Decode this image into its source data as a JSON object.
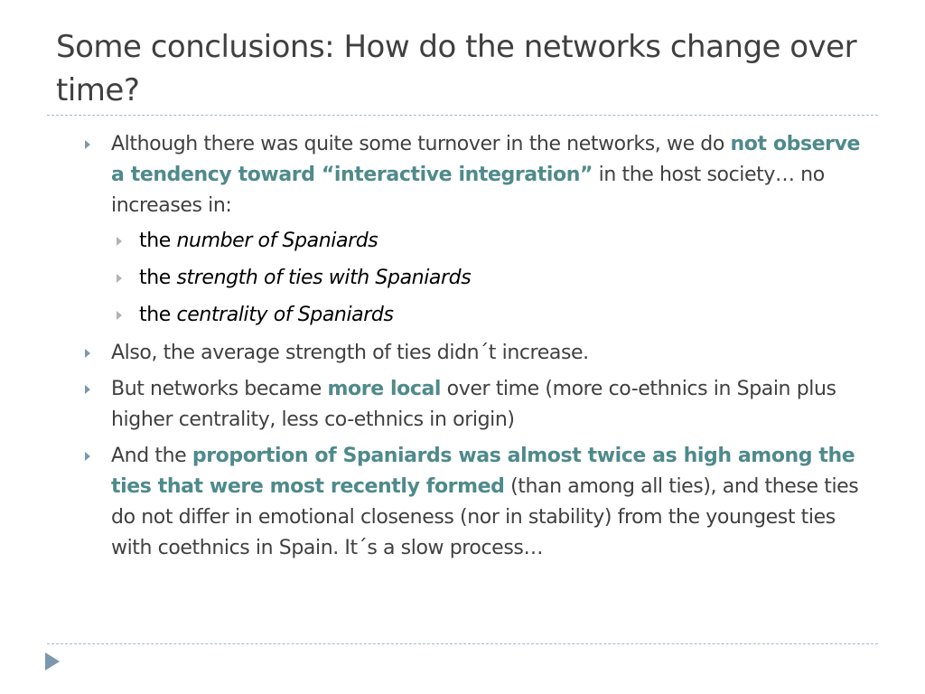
{
  "slide": {
    "title": "Some conclusions: How do the networks change over time?"
  },
  "bullets": [
    {
      "parts": [
        {
          "text": "Although there was quite some turnover in the networks, we do ",
          "style": "normal"
        },
        {
          "text": "not observe a tendency toward “interactive integration”",
          "style": "highlight"
        },
        {
          "text": " in the host society… no increases in:",
          "style": "normal"
        }
      ]
    },
    {
      "parts": [
        {
          "text": "Also, the average strength of ties didn´t increase.",
          "style": "normal"
        }
      ]
    },
    {
      "parts": [
        {
          "text": "But networks became ",
          "style": "normal"
        },
        {
          "text": "more local",
          "style": "highlight"
        },
        {
          "text": " over time (more co-ethnics in Spain plus higher centrality, less co-ethnics in origin)",
          "style": "normal"
        }
      ]
    },
    {
      "parts": [
        {
          "text": "And the ",
          "style": "normal"
        },
        {
          "text": "proportion of Spaniards was almost twice as high among the ties that were most recently formed",
          "style": "highlight"
        },
        {
          "text": " (than among all ties), and these ties do not differ in emotional closeness (nor in stability) from the youngest ties with coethnics in Spain. It´s a slow process…",
          "style": "normal"
        }
      ]
    }
  ],
  "sub_bullets": [
    {
      "prefix": "the ",
      "italic": "number of Spaniards"
    },
    {
      "prefix": "the ",
      "italic": "strength of ties with Spaniards"
    },
    {
      "prefix": "the ",
      "italic": "centrality of Spaniards"
    }
  ],
  "colors": {
    "highlight": "#4f8a8b",
    "text": "#404040",
    "bullet_marker": "#7d98ad",
    "divider": "#a9b9c6"
  },
  "icons": {
    "bullet": "triangle-right-icon",
    "nav": "next-slide-icon"
  }
}
